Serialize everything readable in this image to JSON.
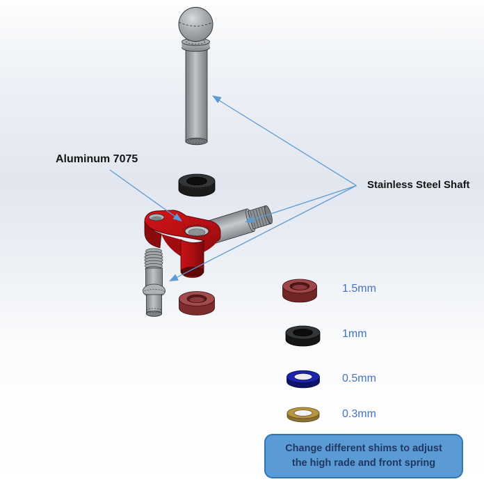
{
  "annotations": {
    "aluminum_label": "Aluminum 7075",
    "stainless_label": "Stainless Steel Shaft"
  },
  "shims": [
    {
      "label": "1.5mm",
      "color": "#9E4648"
    },
    {
      "label": "1mm",
      "color": "#333639"
    },
    {
      "label": "0.5mm",
      "color": "#1A23AB"
    },
    {
      "label": "0.3mm",
      "color": "#B8953F"
    }
  ],
  "callout": {
    "line1": "Change different shims to adjust",
    "line2": "the high rade and front spring"
  },
  "colors": {
    "leader_blue": "#5B9BD5",
    "annotation_text": "#141414",
    "shim_label_blue": "#4472C4",
    "callout_fill": "#5B9BD5",
    "callout_border": "#2E75B6",
    "callout_text": "#1F3864",
    "steel_gray": "#A9ACB0",
    "bracket_red": "#C41114",
    "washer_black": "#333639",
    "washer_red": "#A34A4C"
  }
}
